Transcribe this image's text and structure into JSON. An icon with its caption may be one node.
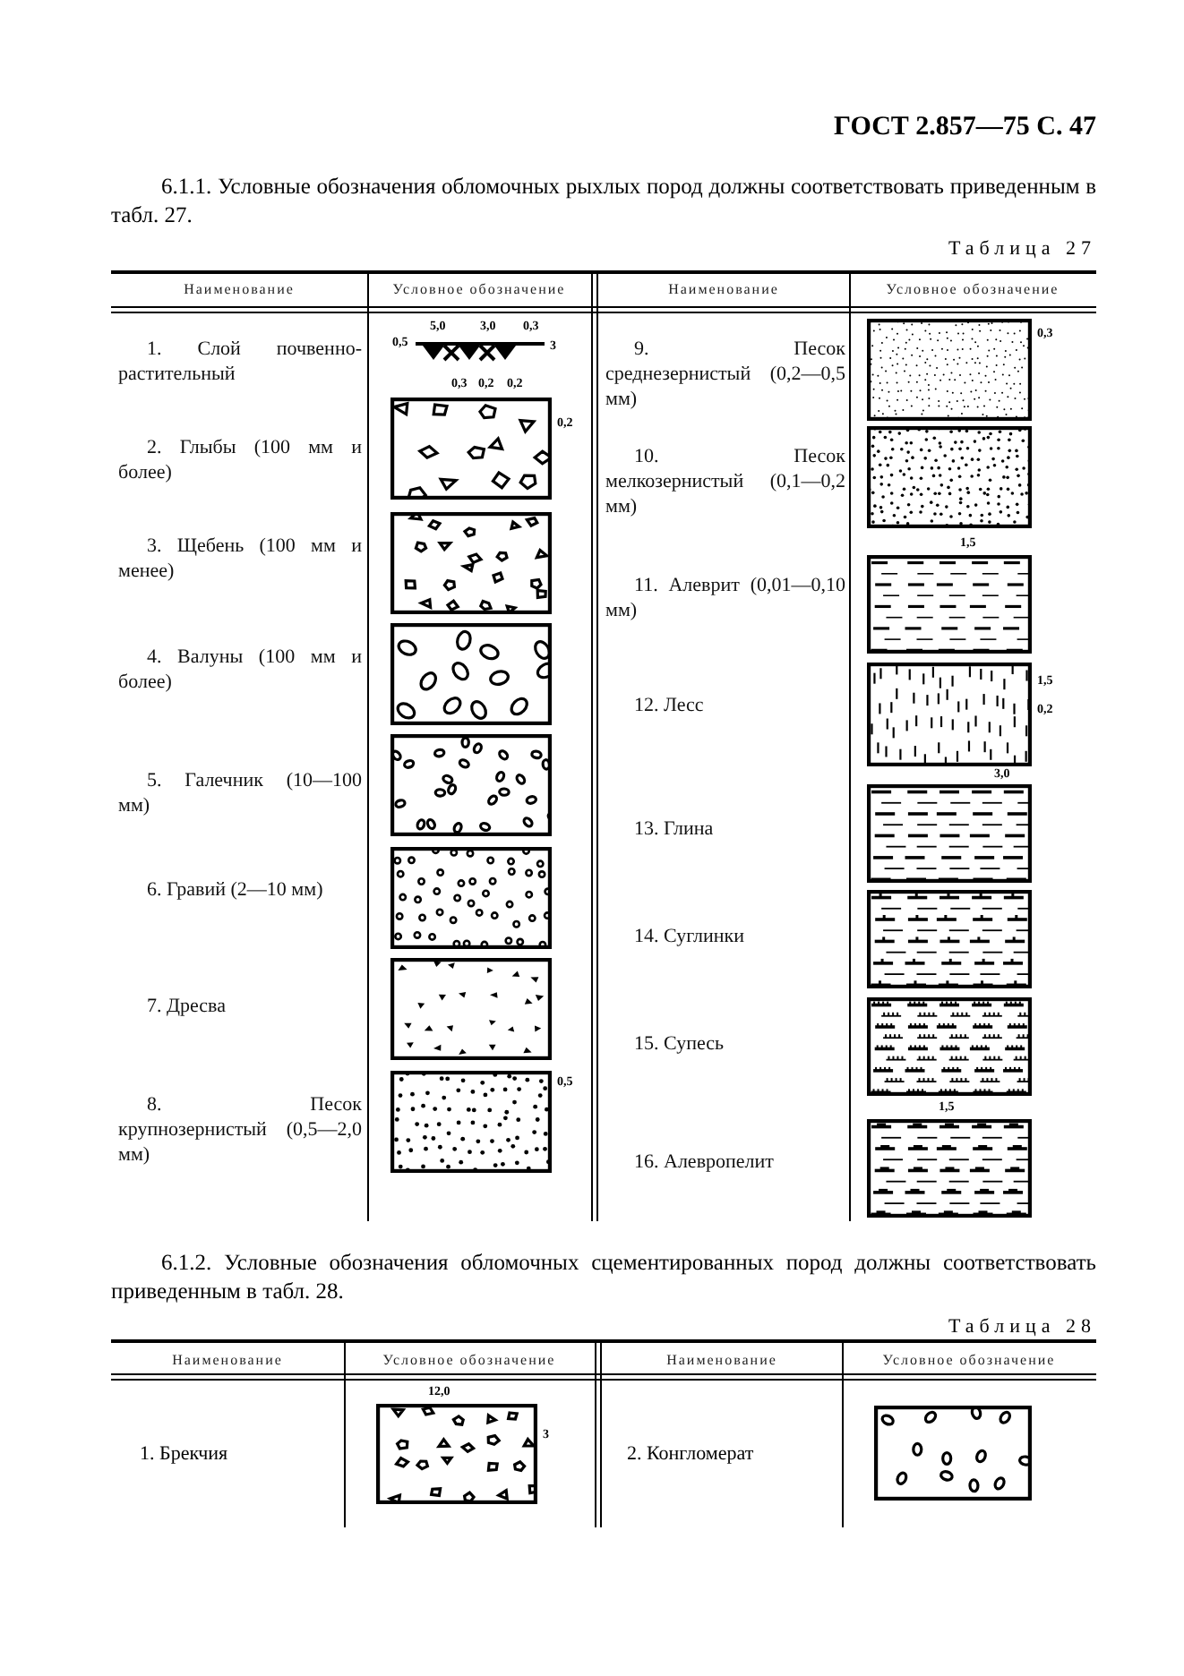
{
  "diagram": {
    "labels": [
      "ГОСТ 2.857—75 С. 47",
      "6.1.1. Условные обозначения обломочных рыхлых пород должны соответствовать приведенным в табл. 27.",
      "Таблица 27",
      "Наименование",
      "Условное обозначение",
      "Наименование",
      "Условное обозначение",
      "1. Слой почвенно-растительный",
      "2. Глыбы (100 мм и более)",
      "3. Щебень (100 мм и менее)",
      "4. Валуны (100 мм и более)",
      "5. Галечник (10—100 мм)",
      "6. Гравий (2—10 мм)",
      "7. Дресва",
      "8. Песок крупнозернистый (0,5—2,0 мм)",
      "9. Песок среднезернистый (0,2—0,5 мм)",
      "10. Песок мелкозернистый (0,1—0,2 мм)",
      "11. Алеврит (0,01—0,10 мм)",
      "12. Лесс",
      "13. Глина",
      "14. Суглинки",
      "15. Супесь",
      "16. Алевропелит",
      "5,0",
      "3,0",
      "0,3",
      "0,5",
      "3",
      "0,3",
      "0,2",
      "0,2",
      "0,2",
      "0,5",
      "0,3",
      "1,5",
      "1,5",
      "0,2",
      "3,0",
      "1,5",
      "6.1.2. Условные обозначения обломочных сцементированных пород должны соответствовать приведенным в табл. 28.",
      "Таблица 28",
      "Наименование",
      "Условное обозначение",
      "Наименование",
      "Условное обозначение",
      "1. Брекчия",
      "2. Конгломерат",
      "12,0",
      "3"
    ]
  }
}
